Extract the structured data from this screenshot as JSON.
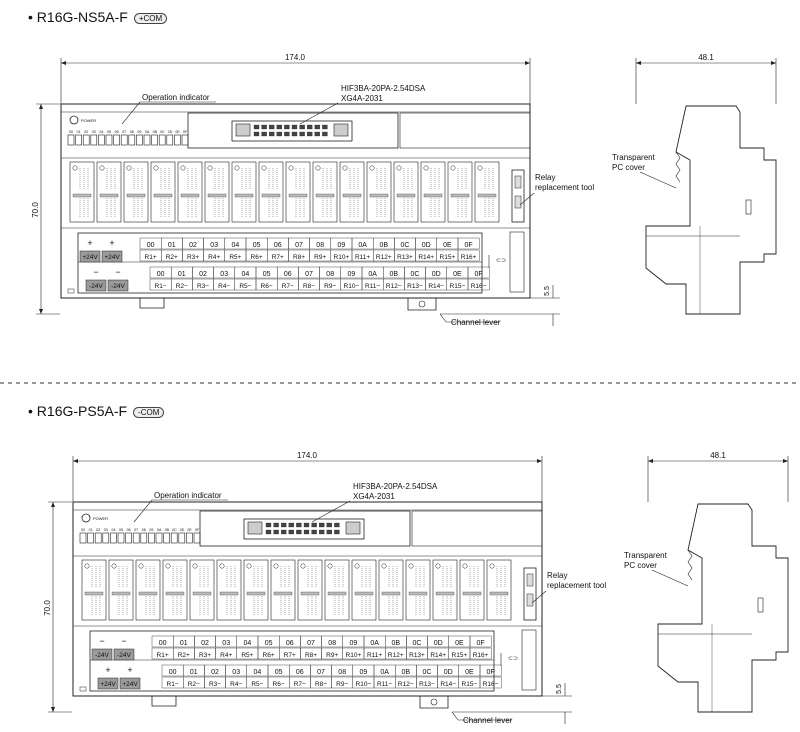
{
  "sections": [
    {
      "title": "R16G-NS5A-F",
      "badge": "+COM",
      "row_top_signs": [
        "+",
        "+"
      ],
      "row_top_volts": [
        "+24V",
        "+24V"
      ],
      "row_bottom_signs": [
        "−",
        "−"
      ],
      "row_bottom_volts": [
        "-24V",
        "-24V"
      ]
    },
    {
      "title": "R16G-PS5A-F",
      "badge": "-COM",
      "row_top_signs": [
        "−",
        "−"
      ],
      "row_top_volts": [
        "-24V",
        "-24V"
      ],
      "row_bottom_signs": [
        "+",
        "+"
      ],
      "row_bottom_volts": [
        "+24V",
        "+24V"
      ]
    }
  ],
  "dims": {
    "width": "174.0",
    "height": "70.0",
    "depth": "48.1",
    "lever_h": "5.5"
  },
  "labels": {
    "operation_indicator": "Operation indicator",
    "connector_line1": "HIF3BA-20PA-2.54DSA",
    "connector_line2": "XG4A-2031",
    "relay_tool_line1": "Relay",
    "relay_tool_line2": "replacement tool",
    "pc_cover_line1": "Transparent",
    "pc_cover_line2": "PC cover",
    "channel_lever": "Channel lever",
    "power": "POWER"
  },
  "channels": [
    "00",
    "01",
    "02",
    "03",
    "04",
    "05",
    "06",
    "07",
    "08",
    "09",
    "0A",
    "0B",
    "0C",
    "0D",
    "0E",
    "0F"
  ],
  "plus_terms": [
    "R1+",
    "R2+",
    "R3+",
    "R4+",
    "R5+",
    "R6+",
    "R7+",
    "R8+",
    "R9+",
    "R10+",
    "R11+",
    "R12+",
    "R13+",
    "R14+",
    "R15+",
    "R16+"
  ],
  "minus_terms": [
    "R1−",
    "R2−",
    "R3−",
    "R4−",
    "R5−",
    "R6−",
    "R7−",
    "R8−",
    "R9−",
    "R10−",
    "R11−",
    "R12−",
    "R13−",
    "R14−",
    "R15−",
    "R16−"
  ]
}
